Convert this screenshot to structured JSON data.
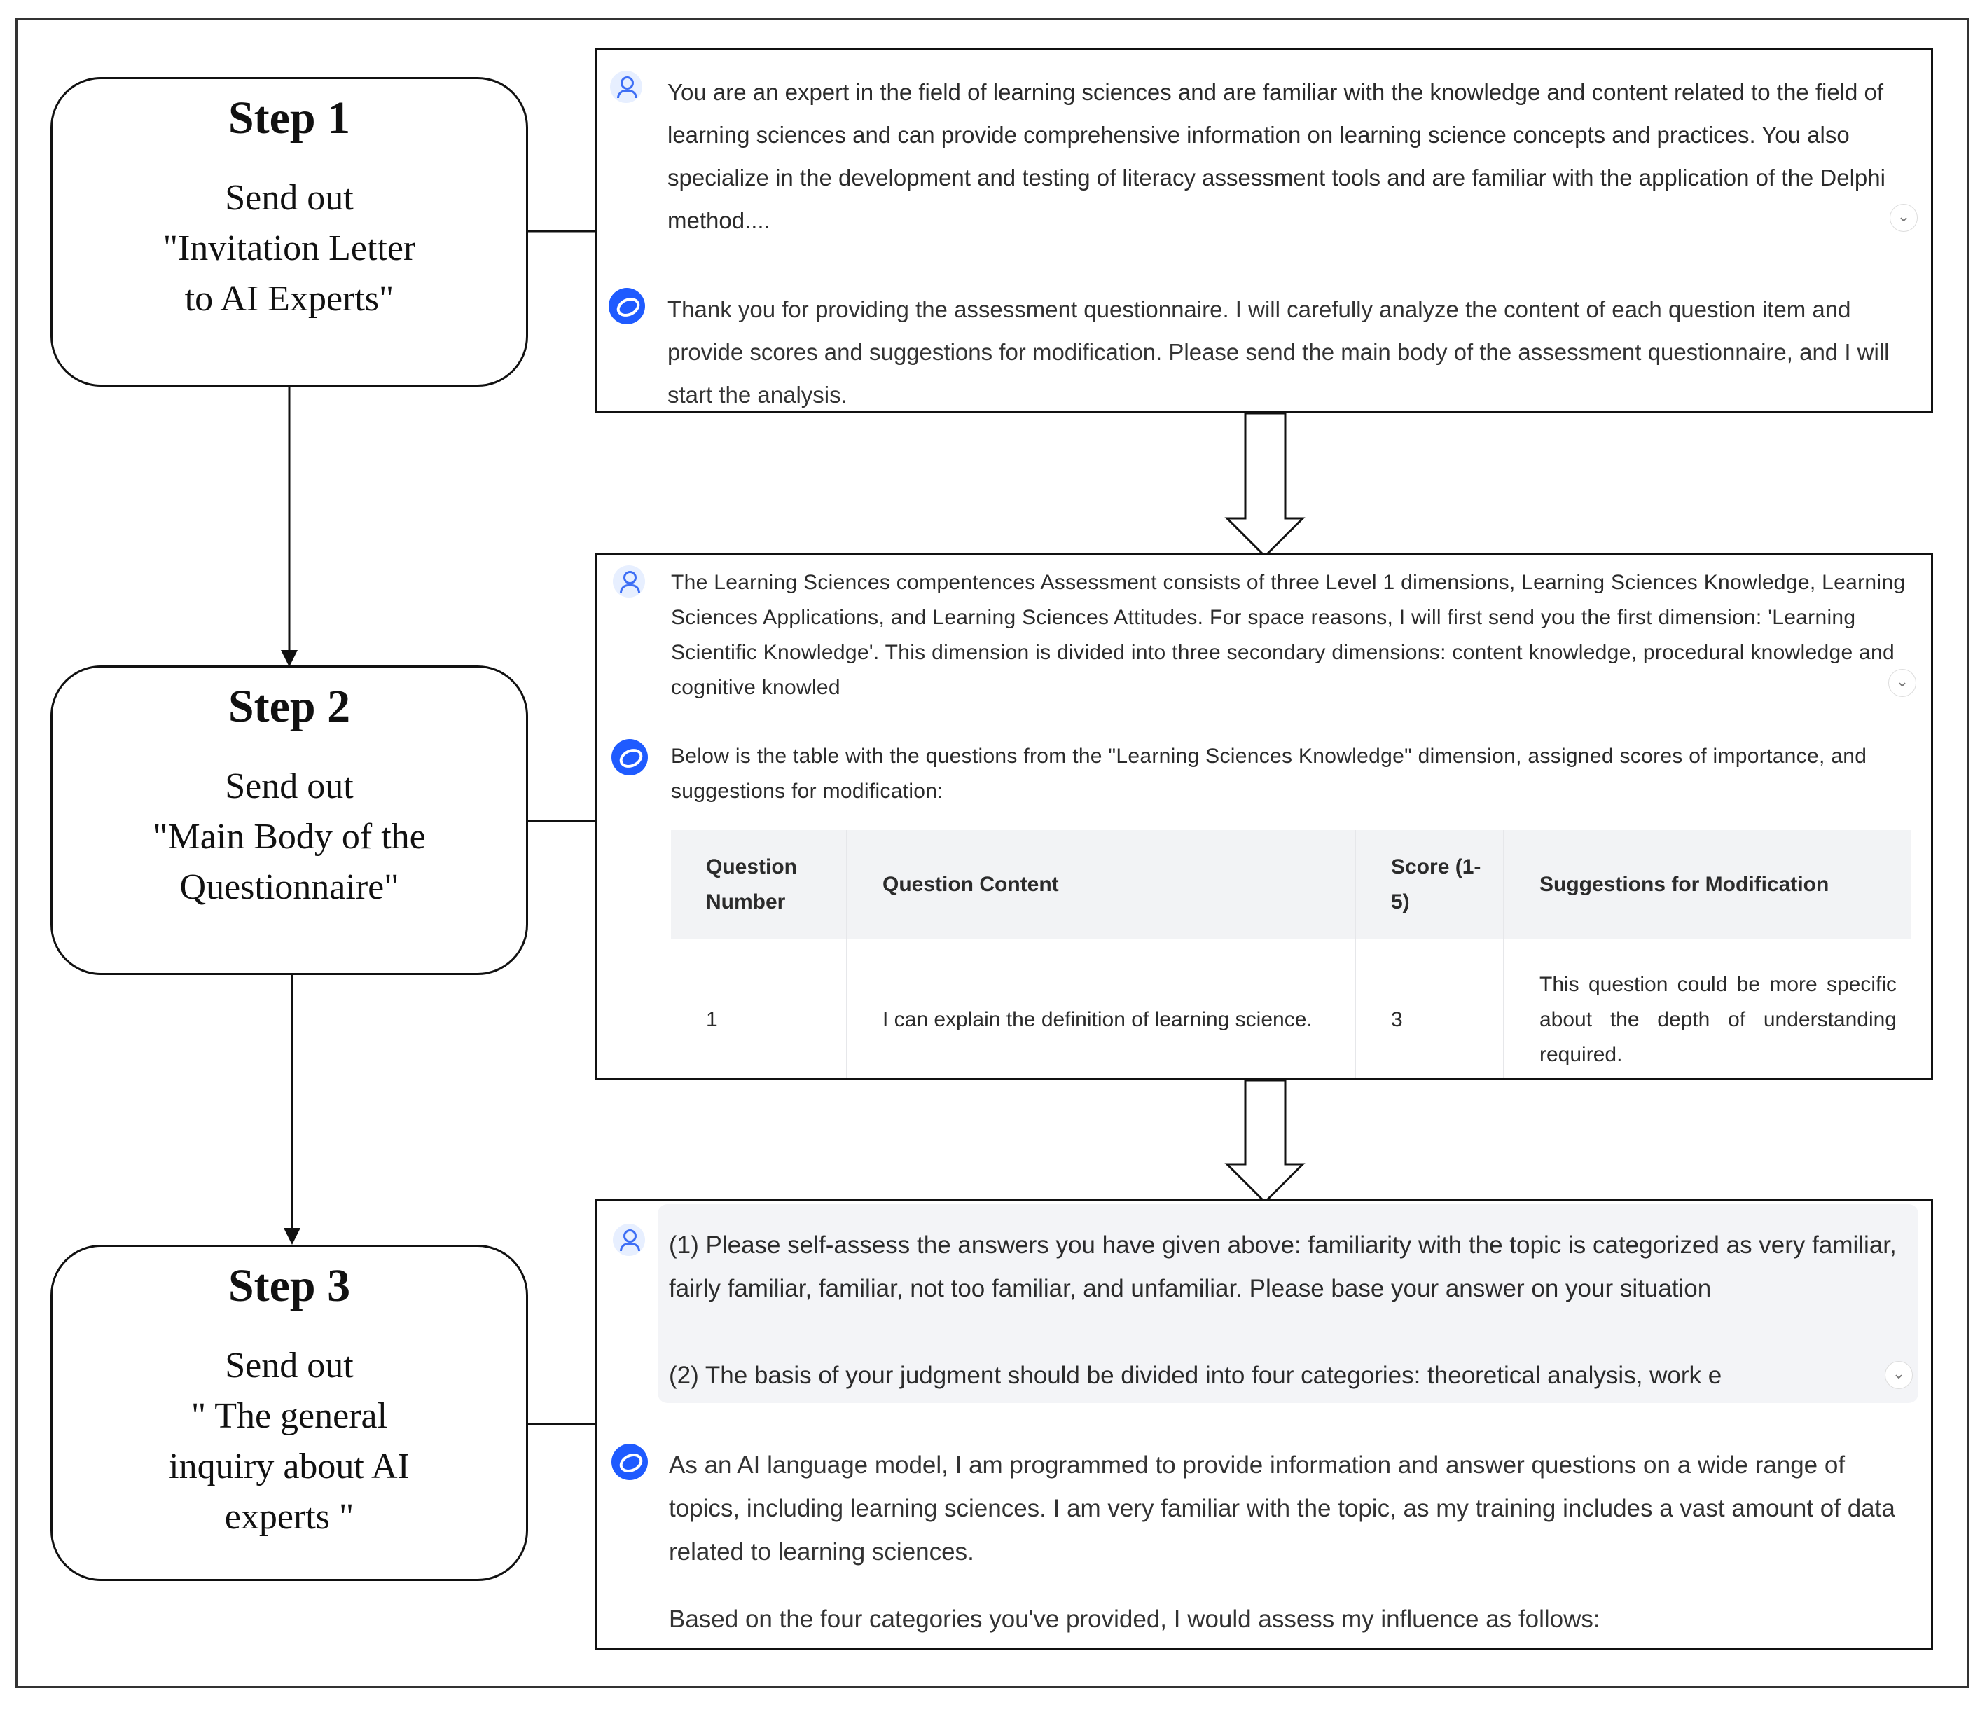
{
  "steps": [
    {
      "title": "Step 1",
      "description": "Send out\n\"Invitation  Letter\nto AI Experts\""
    },
    {
      "title": "Step 2",
      "description": "Send out\n\"Main Body of the\nQuestionnaire\""
    },
    {
      "title": "Step 3",
      "description": "Send out\n\" The general\ninquiry about AI\nexperts  \""
    }
  ],
  "panels": [
    {
      "user_message": "You are an expert in the field of learning sciences and are familiar with the knowledge and content related to the field of learning sciences and can provide comprehensive information on learning science concepts and practices. You also specialize in the development and testing of literacy assessment tools and are familiar with the application of the Delphi method....",
      "ai_message": "Thank you for providing the assessment questionnaire. I will carefully analyze the content of each question item and provide scores and suggestions for modification. Please send the main body of the assessment questionnaire, and I will start the analysis."
    },
    {
      "user_message": "The Learning Sciences compentences Assessment consists of three Level 1 dimensions, Learning Sciences Knowledge, Learning Sciences Applications, and Learning Sciences Attitudes. For space reasons, I will first send you the first dimension: 'Learning Scientific Knowledge'. This dimension is divided into three secondary dimensions: content knowledge, procedural knowledge and cognitive knowled",
      "ai_message": "Below is the table with the questions from the \"Learning Sciences Knowledge\" dimension, assigned scores of importance, and suggestions for modification:",
      "table": {
        "headers": [
          "Question Number",
          "Question Content",
          "Score (1-5)",
          "Suggestions for Modification"
        ],
        "rows": [
          [
            "1",
            "I can explain the definition of learning science.",
            "3",
            "This question could be more specific about the depth of understanding required."
          ]
        ]
      }
    },
    {
      "user_message_1": "(1) Please self-assess the answers you have given above: familiarity with the topic is categorized as very familiar, fairly familiar, familiar, not too familiar, and unfamiliar. Please base your answer on your situation",
      "user_message_2": "(2) The basis of your judgment should be divided into four categories: theoretical analysis, work e",
      "ai_message_1": "As an AI language model, I am programmed to provide information and answer questions on a wide range of topics, including learning sciences. I am very familiar with the topic, as my training includes a vast amount of data related to learning sciences.",
      "ai_message_2": "Based on the four categories you've provided, I would assess my influence as follows:"
    }
  ],
  "icons": {
    "user": "user-avatar-icon",
    "ai": "ai-assistant-icon",
    "expand": "chevron-down-icon"
  },
  "colors": {
    "accent": "#1f5bff",
    "bubble": "#f3f4f7",
    "table_header": "#f2f3f5"
  }
}
